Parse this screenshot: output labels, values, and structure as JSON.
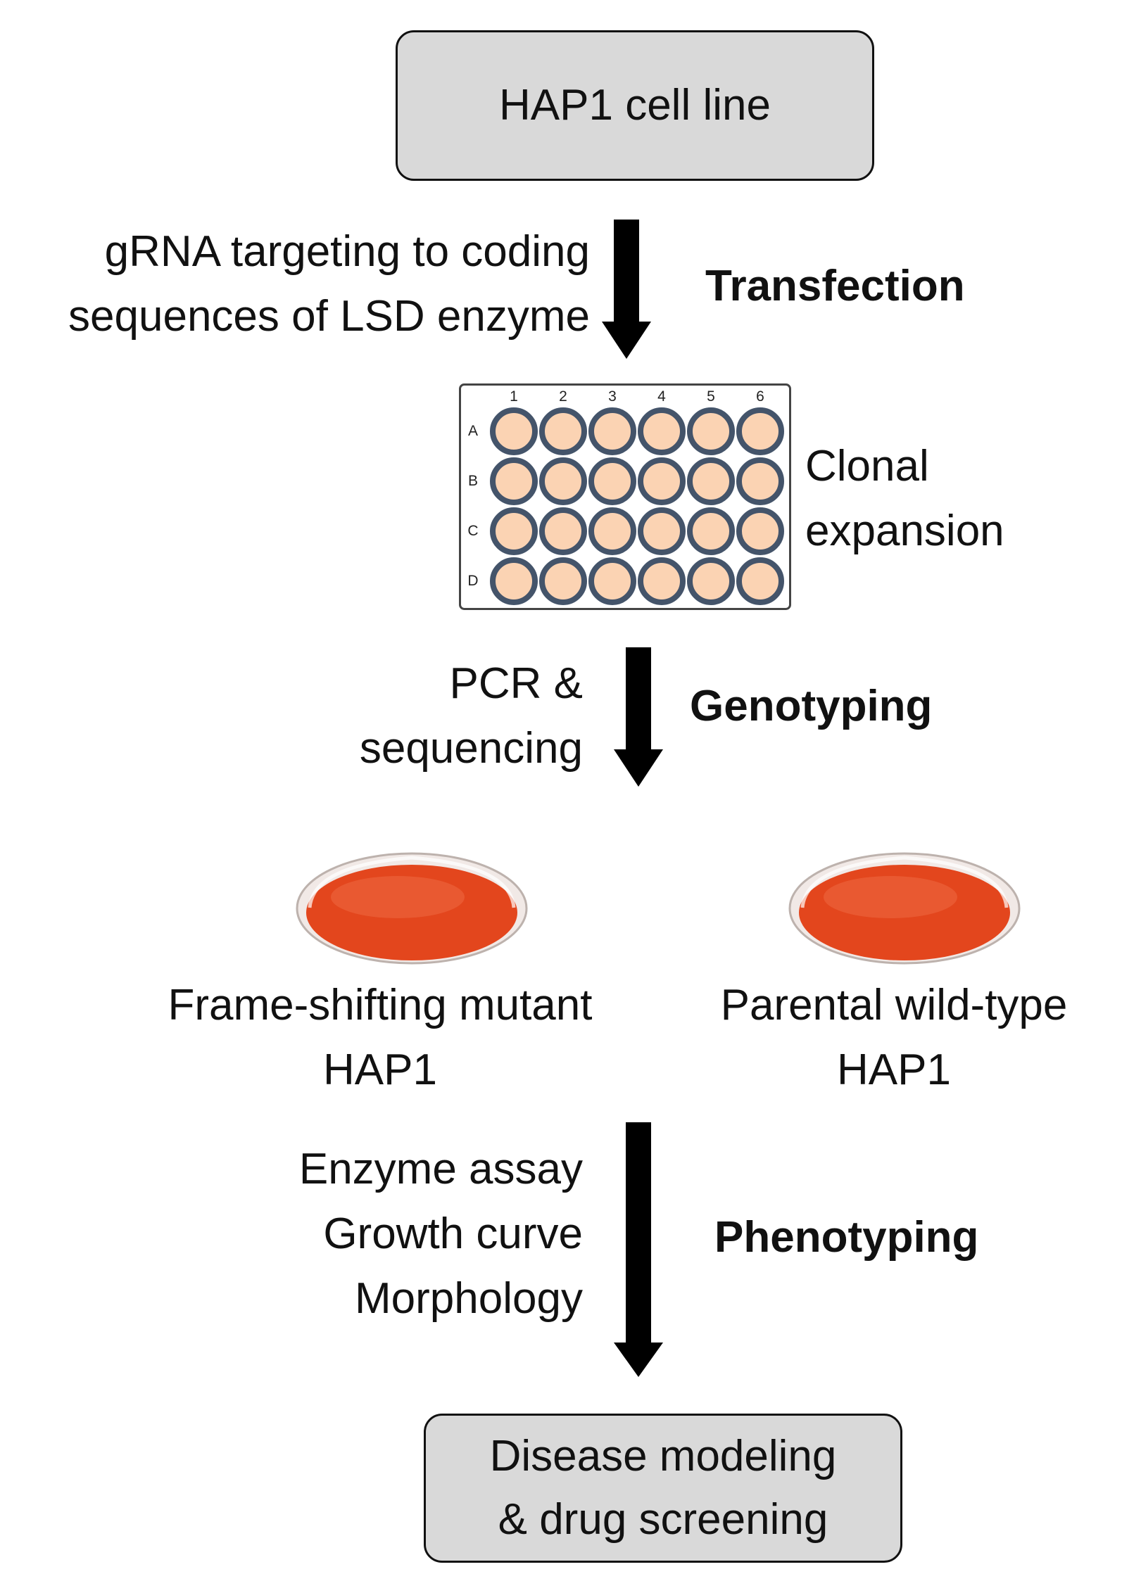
{
  "title": "HAP1 cell line",
  "steps": {
    "transfection": {
      "label": "Transfection",
      "detail_lines": [
        "gRNA targeting to coding",
        "sequences of LSD enzyme"
      ]
    },
    "clonal": {
      "label_lines": [
        "Clonal",
        "expansion"
      ],
      "plate_columns": [
        "1",
        "2",
        "3",
        "4",
        "5",
        "6"
      ],
      "plate_rows": [
        "A",
        "B",
        "C",
        "D"
      ]
    },
    "genotyping": {
      "label": "Genotyping",
      "detail_lines": [
        "PCR &",
        "sequencing"
      ]
    },
    "dishes": {
      "mutant_lines": [
        "Frame-shifting mutant",
        "HAP1"
      ],
      "wildtype_lines": [
        "Parental wild-type",
        "HAP1"
      ]
    },
    "phenotyping": {
      "label": "Phenotyping",
      "detail_lines": [
        "Enzyme assay",
        "Growth curve",
        "Morphology"
      ]
    }
  },
  "result_lines": [
    "Disease modeling",
    "& drug screening"
  ],
  "colors": {
    "box_fill": "#d9d9d9",
    "well_fill": "#fbd3b3",
    "well_ring": "#44546a",
    "dish_medium": "#e3461d"
  }
}
